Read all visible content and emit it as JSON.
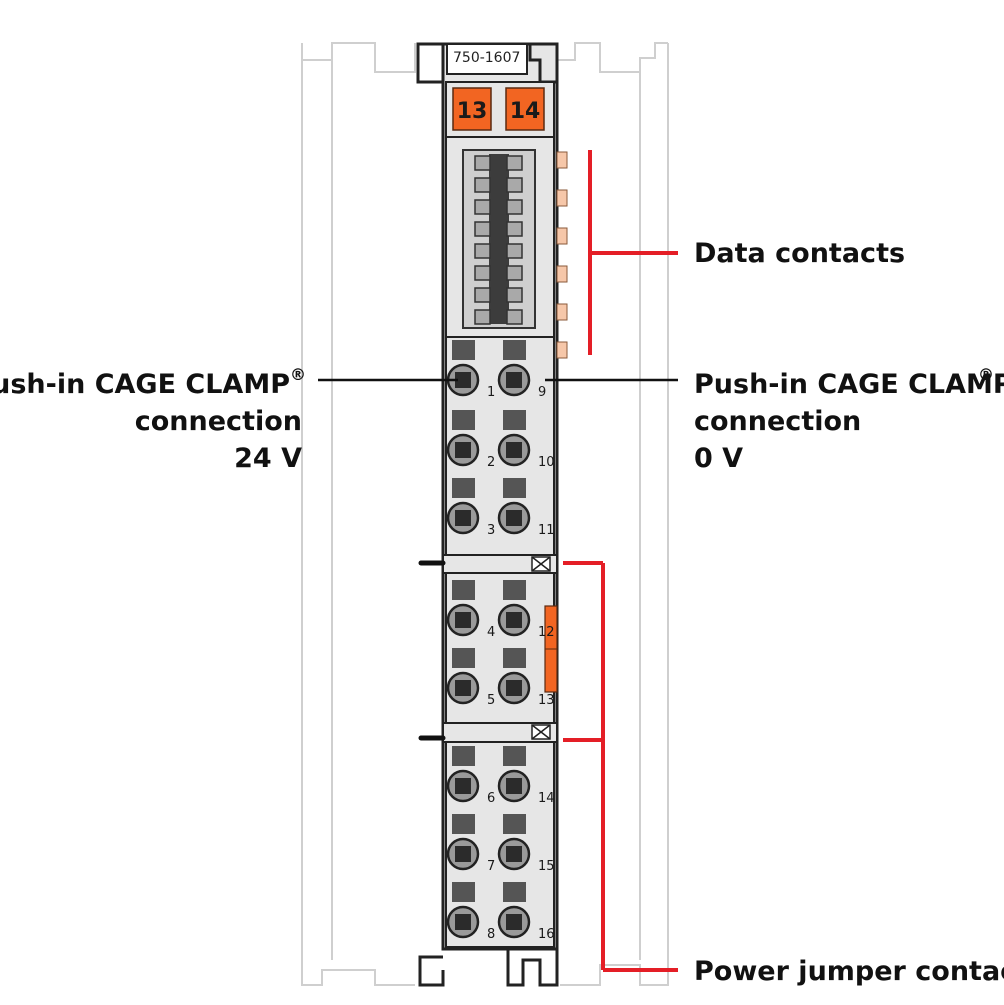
{
  "part_number": "750-1607",
  "top_tags": [
    "13",
    "14"
  ],
  "labels": {
    "data_contacts": "Data contacts",
    "left_line1": "Push-in CAGE CLAMP",
    "left_reg": "®",
    "left_line2": "connection",
    "left_line3": "24 V",
    "right_line1": "Push-in CAGE CLAMP",
    "right_reg": "®",
    "right_line2": "connection",
    "right_line3": "0 V",
    "power_jumper": "Power jumper contacts"
  },
  "terminals": {
    "left": [
      "1",
      "2",
      "3",
      "4",
      "5",
      "6",
      "7",
      "8"
    ],
    "right": [
      "9",
      "10",
      "11",
      "12",
      "13",
      "14",
      "15",
      "16"
    ]
  },
  "colors": {
    "housing": "#e6e6e6",
    "outline": "#222222",
    "orange": "#f26522",
    "contact": "#f6c7a9",
    "leader_red": "#e41e26",
    "leader_black": "#111111",
    "ghost": "#cfcfcf"
  }
}
